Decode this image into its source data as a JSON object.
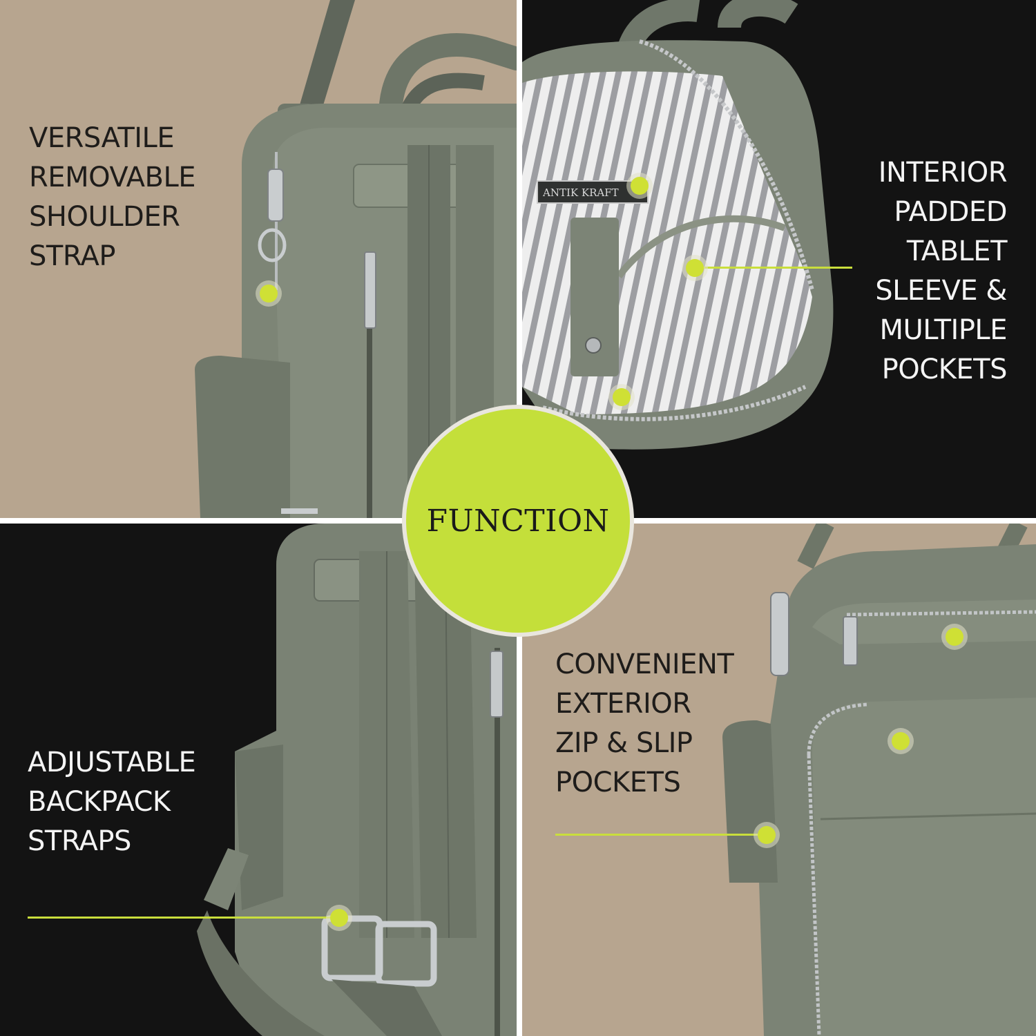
{
  "colors": {
    "accent": "#c4df3a",
    "tan_background": "#b7a58f",
    "dark_background": "#131313",
    "bag_olive": "#7d8576"
  },
  "center_badge": {
    "label": "FUNCTION"
  },
  "features": {
    "top_left": {
      "lines": [
        "VERSATILE",
        "REMOVABLE",
        "SHOULDER",
        "STRAP"
      ]
    },
    "top_right": {
      "lines": [
        "INTERIOR",
        "PADDED",
        "TABLET",
        "SLEEVE &",
        "MULTIPLE",
        "POCKETS"
      ],
      "brand_tag": "ANTIK KRAFT"
    },
    "bottom_left": {
      "lines": [
        "ADJUSTABLE",
        "BACKPACK",
        "STRAPS"
      ]
    },
    "bottom_right": {
      "lines": [
        "CONVENIENT",
        "EXTERIOR",
        "ZIP & SLIP",
        "POCKETS"
      ]
    }
  }
}
